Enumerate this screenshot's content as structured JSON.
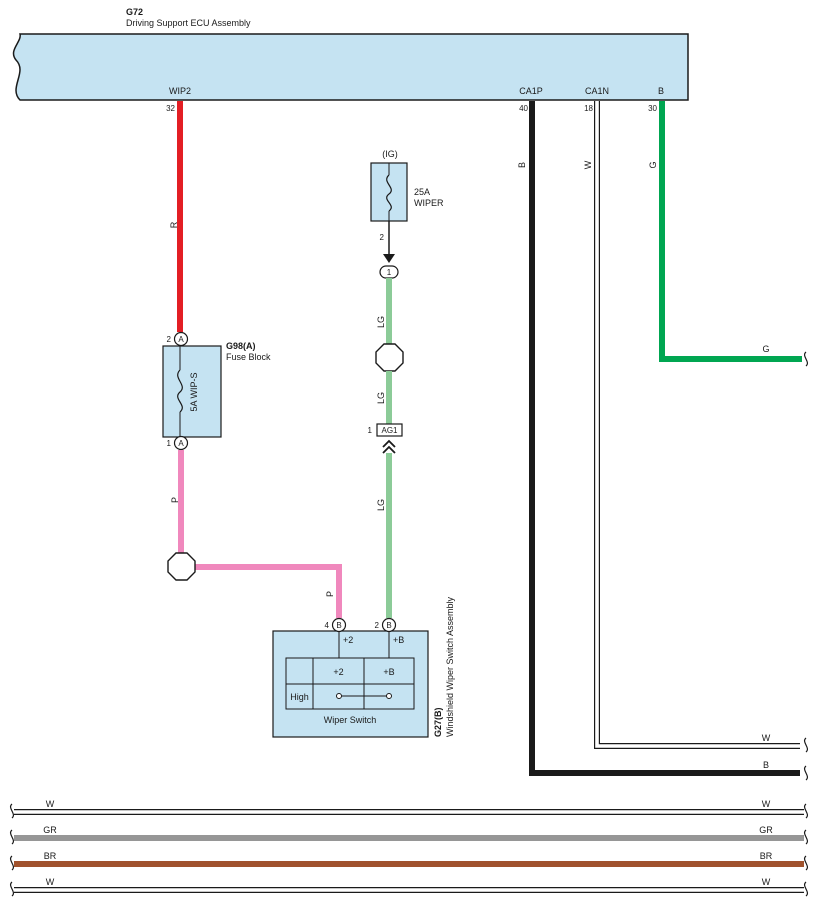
{
  "ecu": {
    "id": "G72",
    "name": "Driving Support ECU Assembly"
  },
  "ecu_terminals": [
    {
      "name": "WIP2",
      "pin": "32"
    },
    {
      "name": "CA1P",
      "pin": "40"
    },
    {
      "name": "CA1N",
      "pin": "18"
    },
    {
      "name": "B",
      "pin": "30"
    }
  ],
  "wire_colors": {
    "R": "#e31e24",
    "P": "#f088bd",
    "LG": "#8ccb98",
    "B": "#1a1a1a",
    "W": "#ffffff",
    "G": "#00a651",
    "GR": "#969696",
    "BR": "#a0522d"
  },
  "wires": {
    "wip2": "R",
    "fuse_out": "P",
    "switch_p": "P",
    "ig_upper": "LG",
    "ig_mid": "LG",
    "ig_lower": "LG",
    "ca1p": "B",
    "ca1n": "W",
    "b": "G",
    "g_exit": "G",
    "w_exit": "W",
    "b_exit": "B"
  },
  "ig_source": {
    "label": "(IG)",
    "fuse_rating": "25A",
    "fuse_name": "WIPER",
    "pin": "2",
    "connector_pin": "1"
  },
  "fuse_block": {
    "id": "G98(A)",
    "name": "Fuse Block",
    "fuse": "5A WIP-S",
    "connector": "A",
    "pin_top": "2",
    "pin_bottom": "1"
  },
  "ag1": {
    "label": "AG1",
    "pin": "1"
  },
  "wiper_switch": {
    "id": "G27(B)",
    "name": "Windshield Wiper Switch Assembly",
    "connector": "B",
    "pin_plus2": "4",
    "pin_plusb": "2",
    "terminal_plus2": "+2",
    "terminal_plusb": "+B",
    "row_high": "High",
    "caption": "Wiper Switch"
  },
  "bottom_wires": [
    "W",
    "GR",
    "BR",
    "W"
  ]
}
